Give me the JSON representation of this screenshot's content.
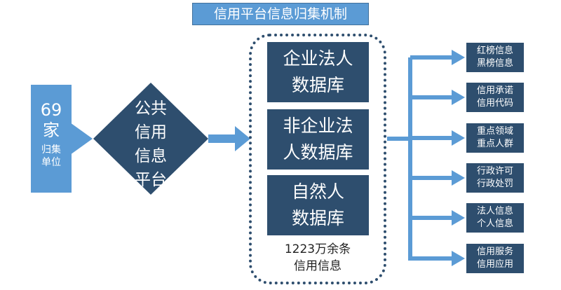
{
  "title": "信用平台信息归集机制",
  "source": {
    "number": "69",
    "unit": "家",
    "label_line1": "归集",
    "label_line2": "单位"
  },
  "platform": {
    "line1": "公共",
    "line2": "信用",
    "line3": "信息",
    "line4": "平台"
  },
  "databases": [
    {
      "line1": "企业法人",
      "line2": "数据库"
    },
    {
      "line1": "非企业法",
      "line2": "人数据库"
    },
    {
      "line1": "自然人",
      "line2": "数据库"
    }
  ],
  "record_count": {
    "line1": "1223万余条",
    "line2": "信用信息"
  },
  "outputs": [
    {
      "line1": "红榜信息",
      "line2": "黑榜信息"
    },
    {
      "line1": "信用承诺",
      "line2": "信用代码"
    },
    {
      "line1": "重点领域",
      "line2": "重点人群"
    },
    {
      "line1": "行政许可",
      "line2": "行政处罚"
    },
    {
      "line1": "法人信息",
      "line2": "个人信息"
    },
    {
      "line1": "信用服务",
      "line2": "信用应用"
    }
  ],
  "colors": {
    "light_blue": "#5b9bd5",
    "dark_navy": "#2e4e6e",
    "title_border": "#41719c"
  }
}
